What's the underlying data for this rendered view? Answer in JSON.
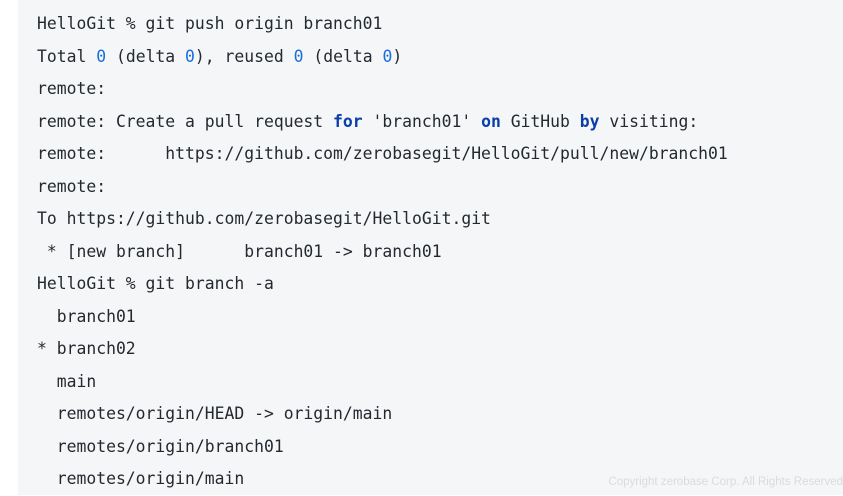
{
  "terminal": {
    "lines": [
      [
        {
          "t": "HelloGit % git push origin branch01",
          "k": "plain"
        }
      ],
      [
        {
          "t": "Total ",
          "k": "plain"
        },
        {
          "t": "0",
          "k": "num"
        },
        {
          "t": " (delta ",
          "k": "plain"
        },
        {
          "t": "0",
          "k": "num"
        },
        {
          "t": "), reused ",
          "k": "plain"
        },
        {
          "t": "0",
          "k": "num"
        },
        {
          "t": " (delta ",
          "k": "plain"
        },
        {
          "t": "0",
          "k": "num"
        },
        {
          "t": ")",
          "k": "plain"
        }
      ],
      [
        {
          "t": "remote:",
          "k": "plain"
        }
      ],
      [
        {
          "t": "remote: Create a pull request ",
          "k": "plain"
        },
        {
          "t": "for",
          "k": "kw"
        },
        {
          "t": " 'branch01' ",
          "k": "plain"
        },
        {
          "t": "on",
          "k": "kw"
        },
        {
          "t": " GitHub ",
          "k": "plain"
        },
        {
          "t": "by",
          "k": "kw"
        },
        {
          "t": " visiting:",
          "k": "plain"
        }
      ],
      [
        {
          "t": "remote:      https://github.com/zerobasegit/HelloGit/pull/new/branch01",
          "k": "plain"
        }
      ],
      [
        {
          "t": "remote:",
          "k": "plain"
        }
      ],
      [
        {
          "t": "To https://github.com/zerobasegit/HelloGit.git",
          "k": "plain"
        }
      ],
      [
        {
          "t": " * [new branch]      branch01 -> branch01",
          "k": "plain"
        }
      ],
      [
        {
          "t": "HelloGit % git branch -a",
          "k": "plain"
        }
      ],
      [
        {
          "t": "  branch01",
          "k": "plain"
        }
      ],
      [
        {
          "t": "* branch02",
          "k": "plain"
        }
      ],
      [
        {
          "t": "  main",
          "k": "plain"
        }
      ],
      [
        {
          "t": "  remotes/origin/HEAD -> origin/main",
          "k": "plain"
        }
      ],
      [
        {
          "t": "  remotes/origin/branch01",
          "k": "plain"
        }
      ],
      [
        {
          "t": "  remotes/origin/main",
          "k": "plain"
        }
      ]
    ]
  },
  "watermark": "Copyright zerobase Corp. All Rights Reserved",
  "colors": {
    "background": "#f5f6f8",
    "text": "#24292f",
    "number": "#1a6fd6",
    "keyword": "#0a3ea8"
  }
}
